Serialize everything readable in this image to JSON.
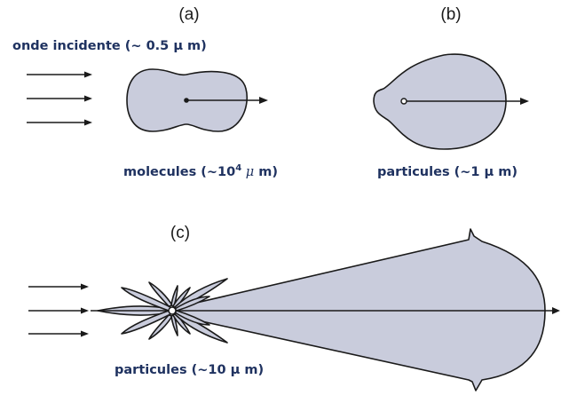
{
  "panels": {
    "a": {
      "label": "(a)",
      "incident_caption": "onde incidente (~ 0.5 μ m)",
      "caption_prefix": "molecules (~10",
      "caption_sup": "4",
      "caption_mu": " μ",
      "caption_suffix": " m)"
    },
    "b": {
      "label": "(b)",
      "caption": "particules (~1 μ m)"
    },
    "c": {
      "label": "(c)",
      "caption": "particules (~10 μ m)"
    }
  },
  "colors": {
    "lobe_fill": "#c9ccdc",
    "outline": "#1a1a1a",
    "caption_text": "#1f3260"
  }
}
